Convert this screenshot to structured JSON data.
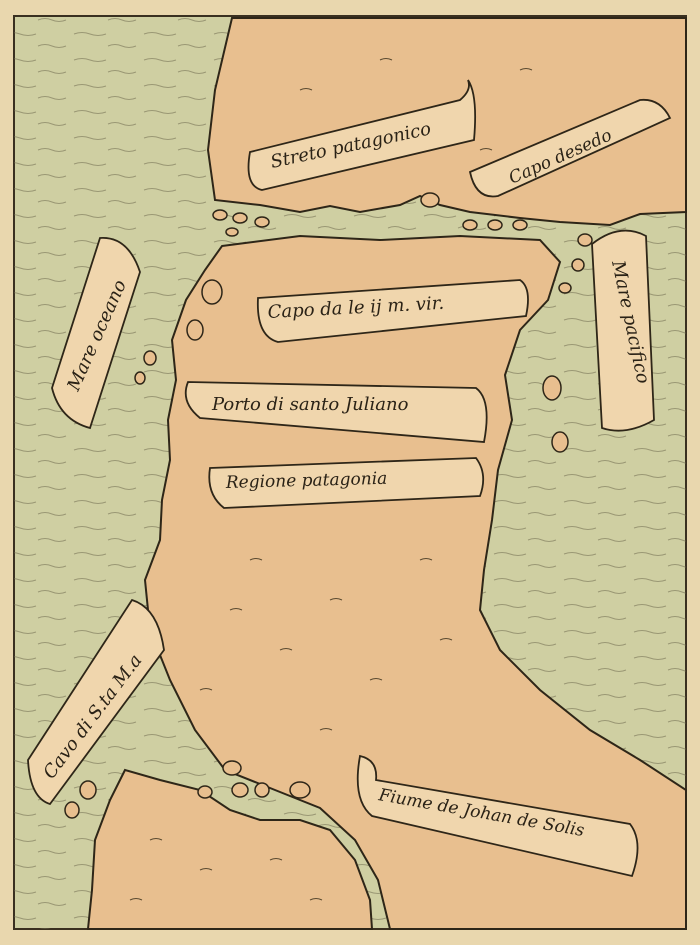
{
  "colors": {
    "sea": "#cfcfa2",
    "land": "#e8bf8f",
    "ink": "#2e2618",
    "scroll": "#f0d6ad",
    "frame": "#e9d7ae"
  },
  "labels": {
    "streto": "Streto patagonico",
    "capo_desedo": "Capo desedo",
    "mare_oceano": "Mare oceano",
    "mare_pacifico": "Mare pacifico",
    "capo_virgins": "Capo da le ij m. vir.",
    "porto_julian": "Porto di santo Juliano",
    "regione": "Regione patagonia",
    "capo_santa_maria": "Cavo di S.ta M.a",
    "fiume": "Fiume de Johan de Solis"
  }
}
